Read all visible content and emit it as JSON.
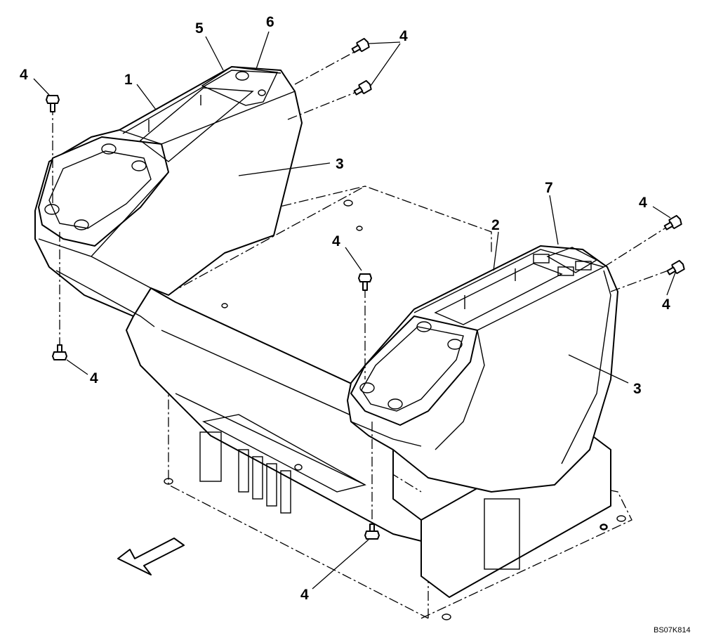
{
  "drawing_code": "BS07K814",
  "callouts": {
    "c1": "1",
    "c2": "2",
    "c3": "3",
    "c4": "4",
    "c5": "5",
    "c6": "6",
    "c7": "7"
  },
  "icons": {
    "front_arrow": "direction-arrow-icon",
    "bolt": "hex-bolt-icon"
  }
}
